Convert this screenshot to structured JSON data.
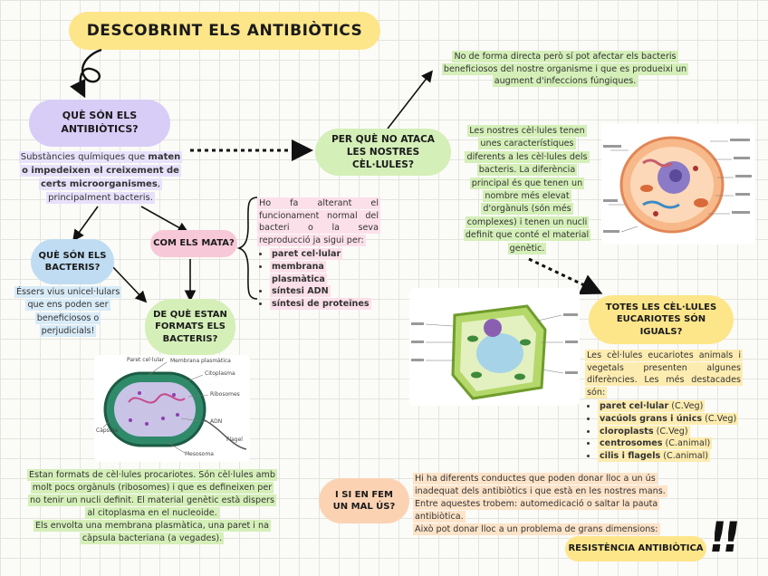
{
  "title": "DESCOBRINT ELS ANTIBIÒTICS",
  "q_what": "QUÈ SÓN ELS ANTIBIÒTICS?",
  "def_antibiotics": {
    "part1": "Substàncies químiques que ",
    "bold": "maten o impedeixen el creixement de certs microorganismes",
    "part2": ", principalment bacteris."
  },
  "q_why_not_attack": "PER QUÈ NO ATACA LES NOSTRES CÈL·LULES?",
  "indirect_text": "No de forma directa però sí pot afectar els bacteris beneficiosos del nostre organisme i que es produeixi un augment d'infeccions fúngiques.",
  "cells_diff_text": "Les nostres cèl·lules tenen unes característiques diferents a les cèl·lules dels bacteris. La diferència principal és que tenen un nombre més elevat d'orgànuls (són més complexes) i tenen un nucli definit que conté el material genètic.",
  "q_bacteria": "QUÈ SÓN ELS BACTERIS?",
  "bacteria_def": "Éssers vius unicel·lulars que ens poden ser beneficiosos o perjudicials!",
  "q_how_kill": "COM ELS MATA?",
  "how_kill_intro": "Ho fa alterant el funcionament normal del bacteri o la seva reproducció ja sigui per:",
  "how_kill_items": [
    "paret cel·lular",
    "membrana plasmàtica",
    "síntesi ADN",
    "síntesi de proteïnes"
  ],
  "q_bacteria_made": "DE QUÈ ESTAN FORMATS ELS BACTERIS?",
  "bacteria_made_text1": "Estan formats de cèl·lules procariotes. Són cèl·lules amb molt pocs orgànuls (ribosomes) i que es defineixen per no tenir un nucli definit. El material genètic està dispers al citoplasma en el nucleoide.",
  "bacteria_made_text2": "Els envolta una membrana plasmàtica, una paret i na càpsula bacteriana (a vegades).",
  "q_same_cells": "TOTES LES CÈL·LULES EUCARIOTES SÓN IGUALS?",
  "eukaryote_intro": "Les cèl·lules eucariotes animals i vegetals presenten algunes diferències. Les més destacades són:",
  "eukaryote_items": [
    {
      "bold": "paret cel·lular",
      "rest": " (C.Veg)"
    },
    {
      "bold": "vacúols grans i únics",
      "rest": " (C.Veg)"
    },
    {
      "bold": "cloroplasts",
      "rest": " (C.Veg)"
    },
    {
      "bold": "centrosomes",
      "rest": " (C.animal)"
    },
    {
      "bold": "cilis i flagels",
      "rest": " (C.animal)"
    }
  ],
  "q_misuse": "I SI EN FEM UN MAL ÚS?",
  "misuse_text1": "Hi ha diferents conductes que poden donar lloc a un ús inadequat dels antibiòtics i que està en les nostres mans. Entre aquestes trobem: automedicació o saltar la pauta antibiòtica.",
  "misuse_text2": "Això pot donar lloc a un problema de grans dimensions:",
  "resistance": "RESISTÈNCIA ANTIBIÒTICA",
  "exclaim": "!!",
  "bacteria_labels": [
    "Membrana plasmàtica",
    "Citoplasma",
    "Ribosomes",
    "ADN",
    "Flagel",
    "Mesosoma",
    "Càpsula",
    "Paret cel·lular"
  ],
  "colors": {
    "yellow": "#fde68a",
    "purple": "#d8cdf7",
    "lavender": "#e8e1fb",
    "green": "#d4efb8",
    "blue": "#bfdcf2",
    "pink": "#f7c8d8",
    "orange": "#fbd3b3",
    "peach": "#fde3c8"
  }
}
